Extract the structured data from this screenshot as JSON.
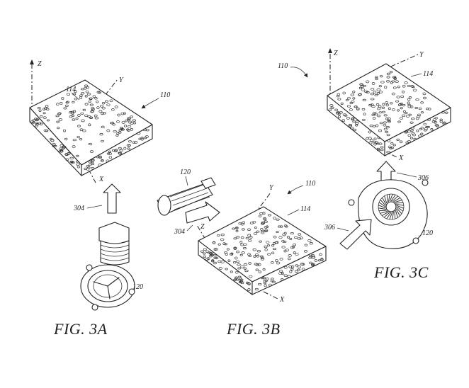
{
  "figures": {
    "fig3a": {
      "caption": "FIG. 3A",
      "ref_block_assembly": "110",
      "ref_block": "114",
      "ref_flow": "304",
      "ref_fan": "120",
      "axis_z": "Z",
      "axis_y": "Y",
      "axis_x": "X"
    },
    "fig3b": {
      "caption": "FIG. 3B",
      "ref_block_assembly": "110",
      "ref_block": "114",
      "ref_flow": "304",
      "ref_fan": "120",
      "axis_z": "Z",
      "axis_y": "Y",
      "axis_x": "X"
    },
    "fig3c": {
      "caption": "FIG. 3C",
      "ref_block_assembly": "110",
      "ref_block": "114",
      "ref_flow_in": "306",
      "ref_flow_out": "306",
      "ref_fan": "120",
      "axis_z": "Z",
      "axis_y": "Y",
      "axis_x": "X"
    }
  },
  "colors": {
    "ink": "#222222",
    "paper": "#ffffff"
  }
}
